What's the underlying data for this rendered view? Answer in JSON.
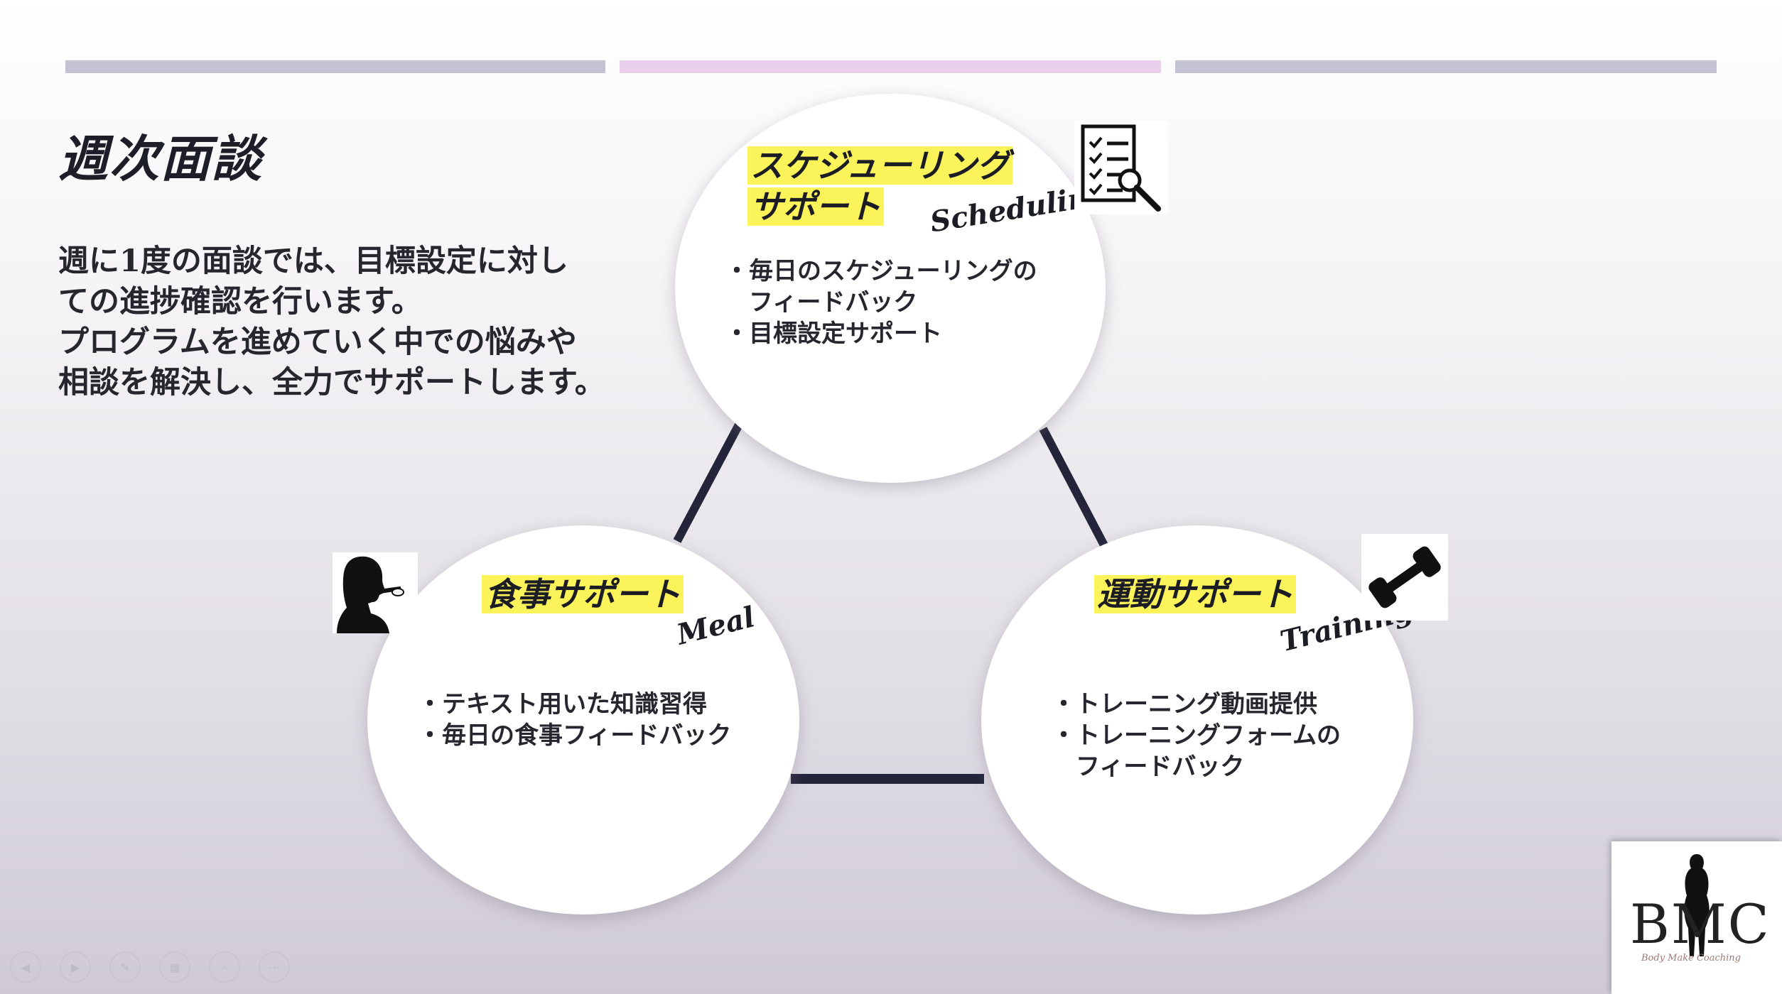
{
  "title": "週次面談",
  "intro_lines": [
    "週に1度の面談では、目標設定に対し",
    "ての進捗確認を行います。",
    "プログラムを進めていく中での悩みや",
    "相談を解決し、全力でサポートします。"
  ],
  "circles": {
    "top": {
      "heading_line1": "スケジューリング",
      "heading_line2": "サポート",
      "english": "Scheduling",
      "icon": "checklist-magnifier-icon",
      "bullets": [
        "・毎日のスケジューリングの",
        "フィードバック",
        "・目標設定サポート"
      ]
    },
    "left": {
      "heading": "食事サポート",
      "english": "Meal",
      "icon": "woman-eating-icon",
      "bullets": [
        "・テキスト用いた知識習得",
        "・毎日の食事フィードバック"
      ]
    },
    "right": {
      "heading": "運動サポート",
      "english": "Training",
      "icon": "dumbbell-icon",
      "bullets": [
        "・トレーニング動画提供",
        "・トレーニングフォームの",
        "フィードバック"
      ]
    }
  },
  "logo": {
    "letters": "BMC",
    "subtitle": "Body Make Coaching"
  },
  "colors": {
    "highlight": "#fbf35a",
    "connector": "#24253a",
    "bar_gray": "#c2c2d2",
    "bar_pink": "#ead0ec"
  },
  "slideshow_controls": [
    "previous-icon",
    "next-icon",
    "pen-icon",
    "slides-icon",
    "zoom-icon",
    "more-icon"
  ]
}
